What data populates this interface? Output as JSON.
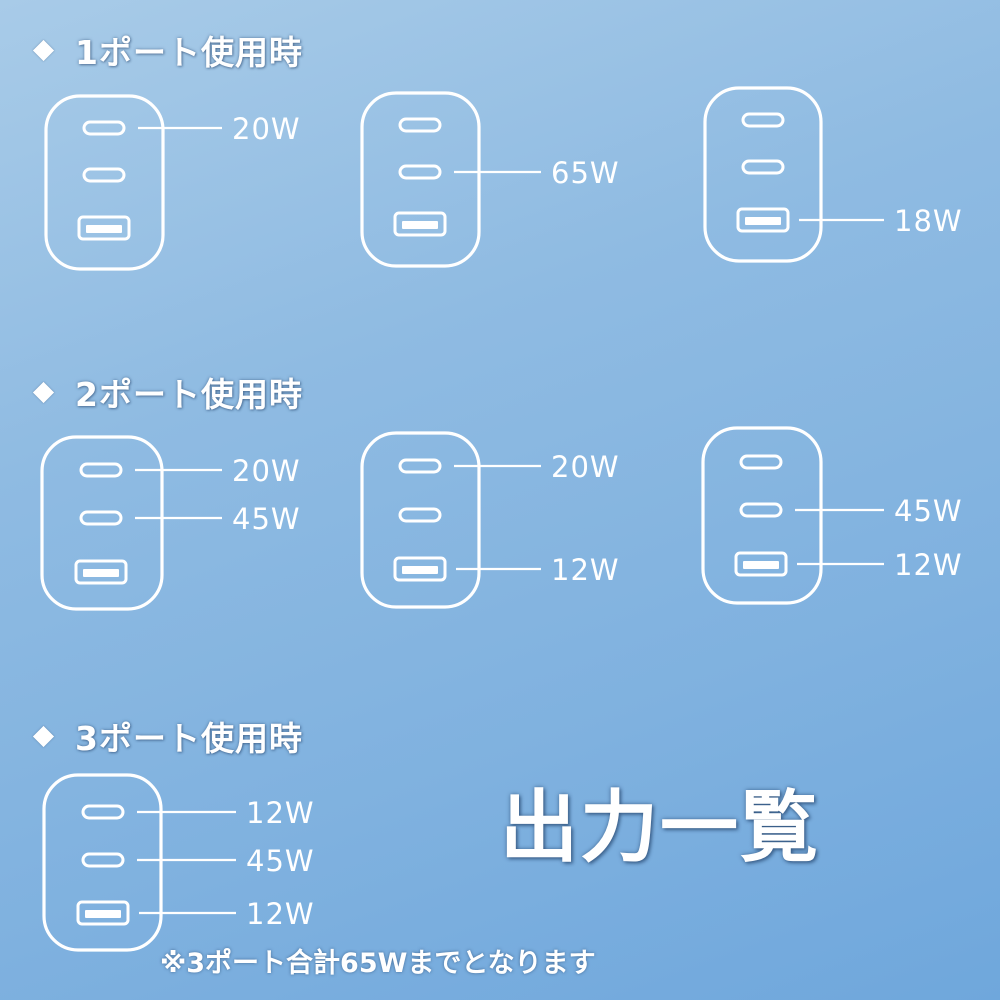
{
  "title": "出力一覧",
  "footnote": "※3ポート合計65Wまでとなります",
  "sections": [
    {
      "heading": "1ポート使用時",
      "chargers": [
        {
          "labels": {
            "c1": "20W"
          }
        },
        {
          "labels": {
            "c2": "65W"
          }
        },
        {
          "labels": {
            "usba": "18W"
          }
        }
      ]
    },
    {
      "heading": "2ポート使用時",
      "chargers": [
        {
          "labels": {
            "c1": "20W",
            "c2": "45W"
          }
        },
        {
          "labels": {
            "c1": "20W",
            "usba": "12W"
          }
        },
        {
          "labels": {
            "c2": "45W",
            "usba": "12W"
          }
        }
      ]
    },
    {
      "heading": "3ポート使用時",
      "chargers": [
        {
          "labels": {
            "c1": "12W",
            "c2": "45W",
            "usba": "12W"
          }
        }
      ]
    }
  ],
  "colors": {
    "background_top": "#a8cbe8",
    "background_bottom": "#6fa7dc",
    "line_and_text": "#ffffff"
  }
}
